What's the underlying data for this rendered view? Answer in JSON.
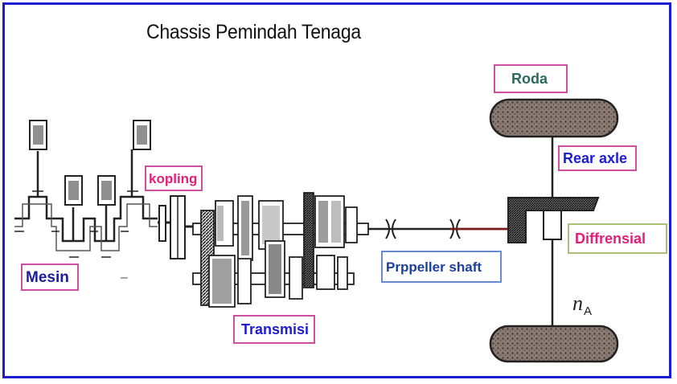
{
  "title": "Chassis Pemindah Tenaga",
  "colors": {
    "border": "#1c1cd0",
    "label_mesin": "#1c1c9a",
    "label_kopling": "#e0207a",
    "label_transmisi": "#1c1cd0",
    "label_propeller": "#1c40a0",
    "label_diffrensial": "#e0207a",
    "label_rear_axle": "#1c1cd0",
    "label_roda": "#2b6b5a"
  },
  "labels": {
    "roda": "Roda",
    "rear_axle": "Rear axle",
    "kopling": "kopling",
    "diffrensial": "Diffrensial",
    "mesin": "Mesin",
    "propeller": "Prppeller shaft",
    "transmisi": "Transmisi",
    "n_symbol": "n",
    "n_subscript": "A"
  },
  "stray_mark": "–"
}
